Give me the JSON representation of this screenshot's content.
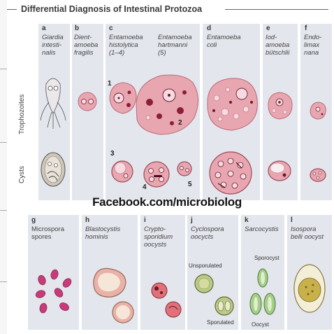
{
  "title": "Differential Diagnosis of Intestinal Protozoa",
  "row_labels": {
    "trophozoites": "Trophozoites",
    "cysts": "Cysts"
  },
  "top_row": [
    {
      "letter": "a",
      "name": "Giardia\nintesti-\nnalis"
    },
    {
      "letter": "b",
      "name": "Dient-\namoeba\nfragilis"
    },
    {
      "letter": "c",
      "name1": "Entamoeba\nhistolytica\n(1–4)",
      "name2": "Entamoeba\nhartmanni\n(5)"
    },
    {
      "letter": "d",
      "name": "Entamoeba\ncoli"
    },
    {
      "letter": "e",
      "name": "Iod-\namoeba\nbütschlii"
    },
    {
      "letter": "f",
      "name": "Endo-\nlimax\nnana"
    }
  ],
  "numbers": [
    "1",
    "2",
    "3",
    "4",
    "5"
  ],
  "watermark": "Facebook.com/microbiolog",
  "bottom_row": [
    {
      "letter": "g",
      "name": "Microspora\nspores"
    },
    {
      "letter": "h",
      "name": "Blastocystis\nhominis"
    },
    {
      "letter": "i",
      "name": "Crypto-\nsporidium\noocysts"
    },
    {
      "letter": "j",
      "name": "Cyclospora\noocycts",
      "label_top": "Unsporulated",
      "label_bottom": "Sporulated"
    },
    {
      "letter": "k",
      "name": "Sarcocystis",
      "label_top": "Sporocyst",
      "label_bottom": "Oocyst"
    },
    {
      "letter": "l",
      "name": "Isospora\nbelli oocyst"
    }
  ],
  "colors": {
    "panel": "#e3e6ec",
    "cell": "#e8a6b0",
    "cell_border": "#b86a78",
    "nucleus": "#8a1e3c",
    "oocyst_green": "#bcc98a"
  }
}
